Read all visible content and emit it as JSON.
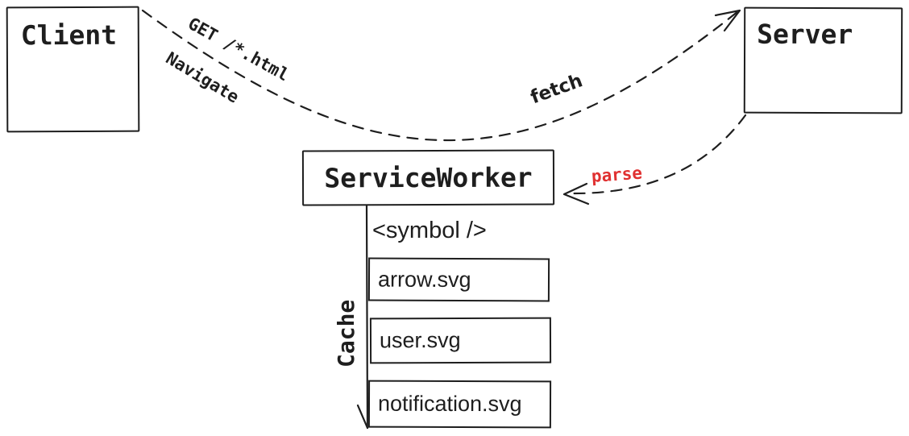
{
  "colors": {
    "ink": "#1e1e1e",
    "parse_label": "#e03131",
    "background": "#ffffff"
  },
  "nodes": {
    "client": "Client",
    "server": "Server",
    "service_worker": "ServiceWorker"
  },
  "edge_labels": {
    "get_html": "GET /*.html",
    "navigate": "Navigate",
    "fetch": "fetch",
    "parse": "parse"
  },
  "cache": {
    "label": "Cache",
    "symbol": "<symbol />",
    "items": [
      "arrow.svg",
      "user.svg",
      "notification.svg"
    ]
  }
}
